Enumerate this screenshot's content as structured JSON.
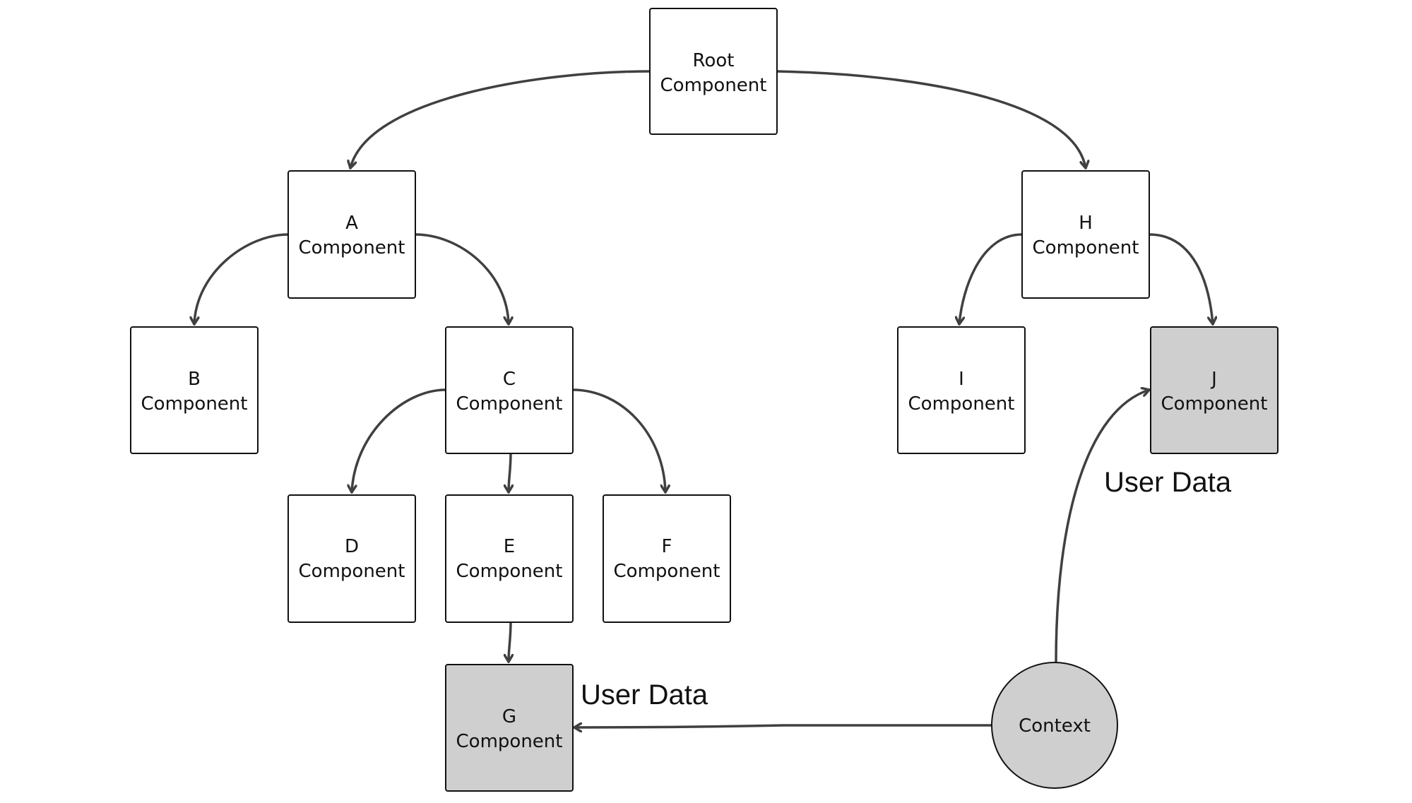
{
  "diagram": {
    "nodes": [
      {
        "id": "root",
        "line1": "Root",
        "line2": "Component",
        "shape": "rect",
        "highlighted": false
      },
      {
        "id": "a",
        "line1": "A",
        "line2": "Component",
        "shape": "rect",
        "highlighted": false
      },
      {
        "id": "h",
        "line1": "H",
        "line2": "Component",
        "shape": "rect",
        "highlighted": false
      },
      {
        "id": "b",
        "line1": "B",
        "line2": "Component",
        "shape": "rect",
        "highlighted": false
      },
      {
        "id": "c",
        "line1": "C",
        "line2": "Component",
        "shape": "rect",
        "highlighted": false
      },
      {
        "id": "i",
        "line1": "I",
        "line2": "Component",
        "shape": "rect",
        "highlighted": false
      },
      {
        "id": "j",
        "line1": "J",
        "line2": "Component",
        "shape": "rect",
        "highlighted": true
      },
      {
        "id": "d",
        "line1": "D",
        "line2": "Component",
        "shape": "rect",
        "highlighted": false
      },
      {
        "id": "e",
        "line1": "E",
        "line2": "Component",
        "shape": "rect",
        "highlighted": false
      },
      {
        "id": "f",
        "line1": "F",
        "line2": "Component",
        "shape": "rect",
        "highlighted": false
      },
      {
        "id": "g",
        "line1": "G",
        "line2": "Component",
        "shape": "rect",
        "highlighted": true
      },
      {
        "id": "context",
        "line1": "Context",
        "line2": "",
        "shape": "circle",
        "highlighted": true
      }
    ],
    "edges": [
      {
        "from": "root",
        "to": "a",
        "label": ""
      },
      {
        "from": "root",
        "to": "h",
        "label": ""
      },
      {
        "from": "a",
        "to": "b",
        "label": ""
      },
      {
        "from": "a",
        "to": "c",
        "label": ""
      },
      {
        "from": "h",
        "to": "i",
        "label": ""
      },
      {
        "from": "h",
        "to": "j",
        "label": ""
      },
      {
        "from": "c",
        "to": "d",
        "label": ""
      },
      {
        "from": "c",
        "to": "e",
        "label": ""
      },
      {
        "from": "c",
        "to": "f",
        "label": ""
      },
      {
        "from": "e",
        "to": "g",
        "label": ""
      },
      {
        "from": "context",
        "to": "j",
        "label": "User Data"
      },
      {
        "from": "context",
        "to": "g",
        "label": "User Data"
      }
    ],
    "colors": {
      "box_fill": "#ffffff",
      "highlight_fill": "#d0cfcf",
      "border": "#111111",
      "edge": "#404040"
    }
  }
}
